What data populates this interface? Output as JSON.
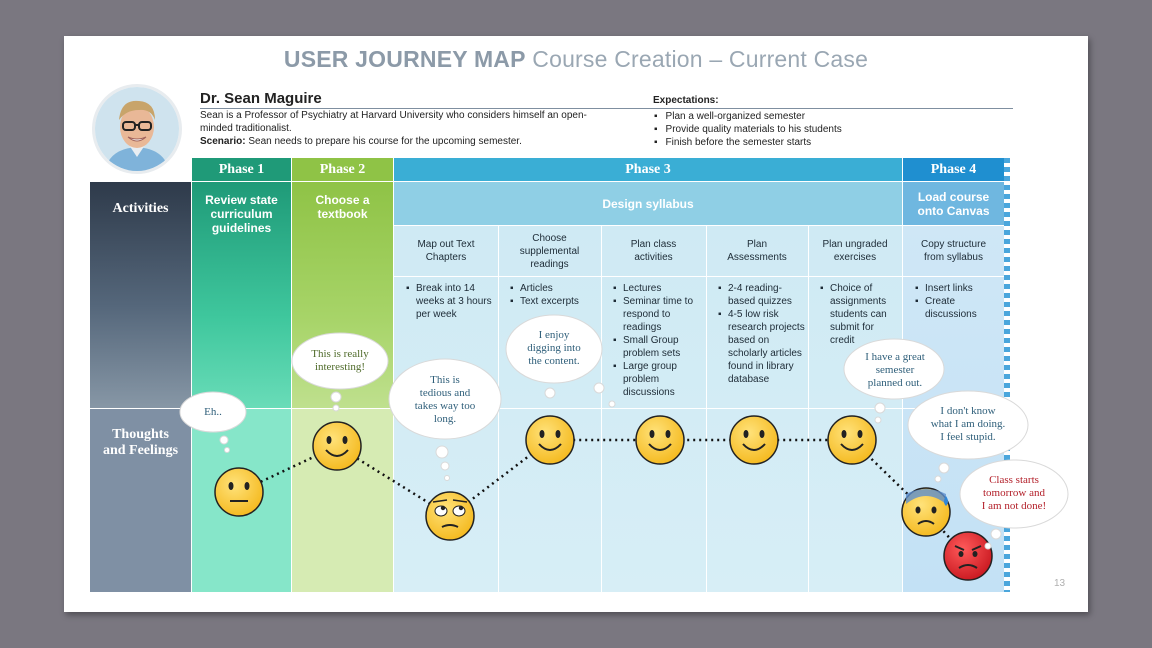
{
  "title": {
    "bold": "USER JOURNEY MAP",
    "rest": "Course Creation – Current Case"
  },
  "persona": {
    "name": "Dr. Sean Maguire",
    "bio": "Sean is a Professor of Psychiatry at Harvard University who considers himself an open-minded traditionalist.",
    "scenario_label": "Scenario:",
    "scenario": "Sean needs to prepare his course for the upcoming semester."
  },
  "expectations": {
    "title": "Expectations:",
    "items": [
      "Plan a well-organized semester",
      "Provide quality materials to his students",
      "Finish before the semester starts"
    ]
  },
  "phases": [
    "Phase 1",
    "Phase 2",
    "Phase 3",
    "Phase 4"
  ],
  "rows": {
    "activities": "Activities",
    "thoughts_line1": "Thoughts",
    "thoughts_line2": "and Feelings"
  },
  "activities": {
    "phase1": [
      "Review state",
      "curriculum",
      "guidelines"
    ],
    "phase2": [
      "Choose a",
      "textbook"
    ],
    "phase3": "Design syllabus",
    "phase4": [
      "Load course",
      "onto Canvas"
    ]
  },
  "subactivities": [
    [
      "Map out Text",
      "Chapters"
    ],
    [
      "Choose",
      "supplemental",
      "readings"
    ],
    [
      "Plan class",
      "activities"
    ],
    [
      "Plan",
      "Assessments"
    ],
    [
      "Plan ungraded",
      "exercises"
    ],
    [
      "Copy structure",
      "from syllabus"
    ]
  ],
  "details": [
    [
      "Break into 14 weeks at 3 hours per week"
    ],
    [
      "Articles",
      "Text excerpts"
    ],
    [
      "Lectures",
      "Seminar time to respond to readings",
      "Small Group problem sets",
      "Large group problem discussions"
    ],
    [
      "2-4 reading-based quizzes",
      "4-5 low risk research projects based on scholarly articles found in library database"
    ],
    [
      "Choice of assignments students can submit for credit"
    ],
    [
      "Insert links",
      "Create discussions"
    ]
  ],
  "thoughts": [
    [
      "Eh.."
    ],
    [
      "This is really",
      "interesting!"
    ],
    [
      "This is",
      "tedious and",
      "takes way too",
      "long."
    ],
    [
      "I enjoy",
      "digging into",
      "the content."
    ],
    [
      "I have a great",
      "semester",
      "planned out."
    ],
    [
      "I don't know",
      "what I am doing.",
      "I feel stupid."
    ],
    [
      "Class starts",
      "tomorrow and",
      "I am not done!"
    ]
  ],
  "emotions": [
    "neutral",
    "happy",
    "eye-roll",
    "happy",
    "happy",
    "happy",
    "happy",
    "anxious",
    "angry"
  ],
  "colors": {
    "phase1": "#1f9a78",
    "phase2": "#8fc346",
    "phase3": "#3aaed5",
    "phase4": "#1f8fd0",
    "angry_text": "#b3202a",
    "thought_text": "#2f5f7a"
  },
  "page_number": "13"
}
